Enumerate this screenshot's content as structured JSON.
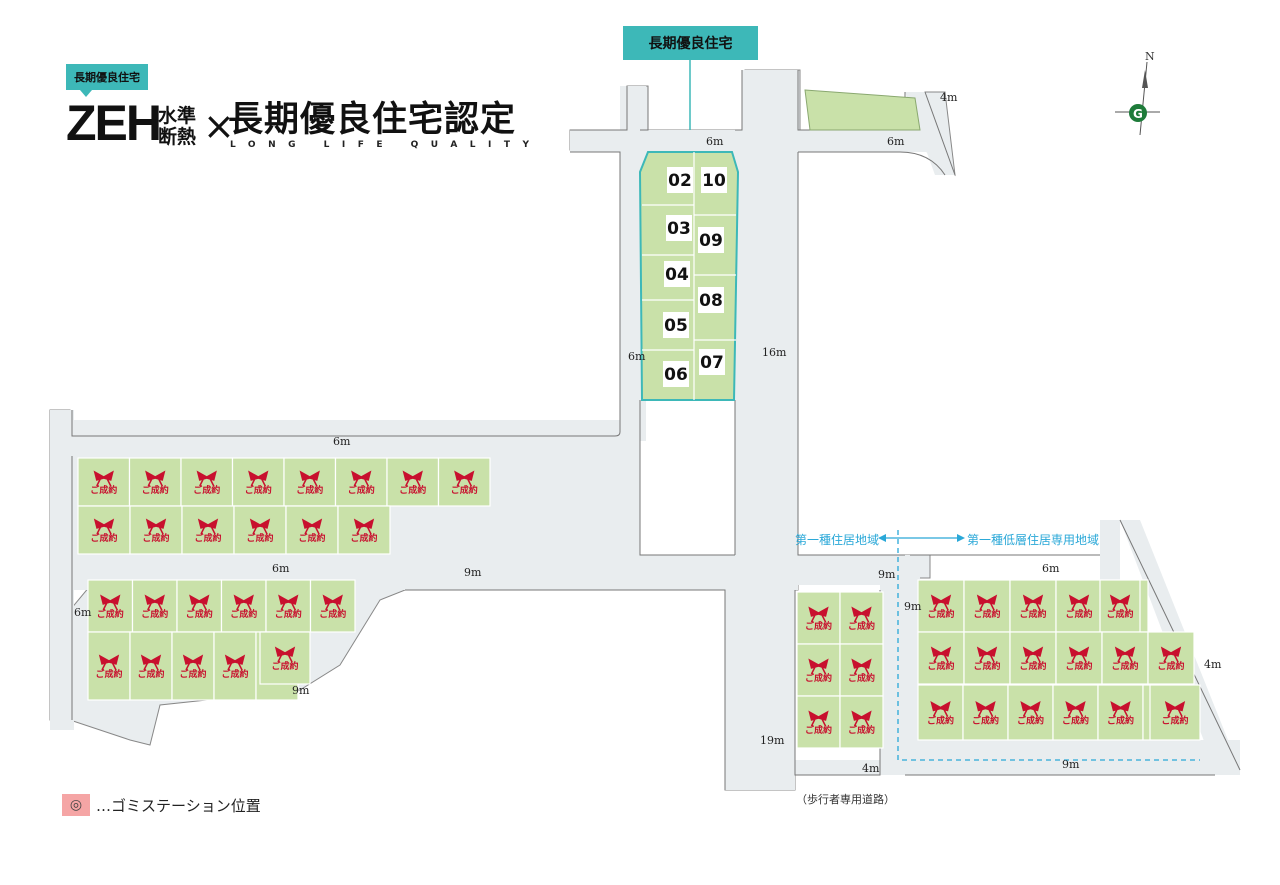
{
  "header": {
    "badge_small": "長期優良住宅",
    "zeh": "ZEH",
    "zeh_sub": "水準断熱",
    "times": "×",
    "certification": "長期優良住宅認定",
    "certification_sub": "LONG LIFE QUALITY"
  },
  "top_badge": "長期優良住宅",
  "compass": {
    "north_label": "N"
  },
  "lots_available": [
    "02",
    "03",
    "04",
    "05",
    "06",
    "07",
    "08",
    "09",
    "10"
  ],
  "sold_label": "ご成約",
  "dimensions": {
    "top_road": "6m",
    "top_right_road": "6m",
    "top_right_small": "4m",
    "left_of_block": "6m",
    "right_of_block": "16m",
    "upper_left_road": "6m",
    "mid_road": "9m",
    "mid_left_road": "6m",
    "left_edge_road": "6m",
    "lower_left_road": "9m",
    "main_south_road": "19m",
    "ped_path": "4m",
    "right_north_road": "9m",
    "right_block_gap": "9m",
    "right_top": "6m",
    "right_edge": "4m",
    "right_bottom": "9m"
  },
  "zones": {
    "left": "第一種住居地域",
    "right": "第一種低層住居専用地域"
  },
  "pedestrian_note": "（歩行者専用道路）",
  "legend": {
    "symbol": "◎",
    "text": "…ゴミステーション位置"
  },
  "colors": {
    "accent": "#3db8b8",
    "lot_green": "#c8e0a8",
    "road": "#e8ecee",
    "sold_red": "#c8102e",
    "zone_line": "#2aa8d8"
  }
}
